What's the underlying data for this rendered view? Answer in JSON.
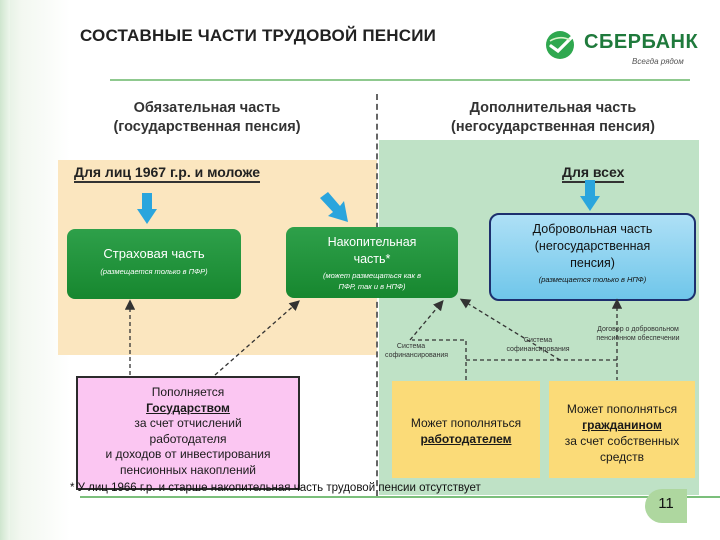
{
  "title": "СОСТАВНЫЕ ЧАСТИ ТРУДОВОЙ ПЕНСИИ",
  "logo": {
    "name": "СБЕРБАНК",
    "tagline": "Всегда рядом",
    "icon": "sberbank-logo-icon"
  },
  "columns": {
    "left": {
      "line1": "Обязательная часть",
      "line2": "(государственная пенсия)",
      "subhead": "Для лиц 1967 г.р. и моложе"
    },
    "right": {
      "line1": "Дополнительная часть",
      "line2": "(негосударственная пенсия)",
      "subhead": "Для всех"
    }
  },
  "boxes": {
    "insurance": {
      "title": "Страховая часть",
      "note": "(размещается только в ПФР)"
    },
    "funded": {
      "title_line1": "Накопительная",
      "title_line2": "часть*",
      "note_line1": "(может размещаться как в",
      "note_line2": "ПФР, так и в НПФ)"
    },
    "voluntary": {
      "title_line1": "Добровольная часть",
      "title_line2": "(негосударственная",
      "title_line3": "пенсия)",
      "note": "(размещается только в НПФ)"
    }
  },
  "labels": {
    "cofin1_line1": "Система",
    "cofin1_line2": "софинансирования",
    "cofin2_line1": "Система",
    "cofin2_line2": "софинансирования",
    "contract_line1": "Договор о добровольном",
    "contract_line2": "пенсионном обеспечении"
  },
  "sources": {
    "state": {
      "line1": "Пополняется",
      "emph": "Государством",
      "line2": "за счет отчислений",
      "line3": "работодателя",
      "line4": "и доходов от инвестирования",
      "line5": "пенсионных накоплений"
    },
    "employer": {
      "line1": "Может пополняться",
      "emph": "работодателем"
    },
    "citizen": {
      "line1": "Может пополняться",
      "emph": "гражданином",
      "line2": "за счет собственных",
      "line3": "средств"
    }
  },
  "footnote": "* У лиц 1966 г.р. и старше накопительная часть трудовой пенсии отсутствует",
  "page_number": "11",
  "colors": {
    "green_box": "#1f9a3c",
    "blue_box": "#8fd3f0",
    "pink_box": "#fbc6f2",
    "yellow_box": "#fbdb78",
    "peach_bg": "#fbe6bf",
    "mint_bg": "#bfe2c6"
  }
}
